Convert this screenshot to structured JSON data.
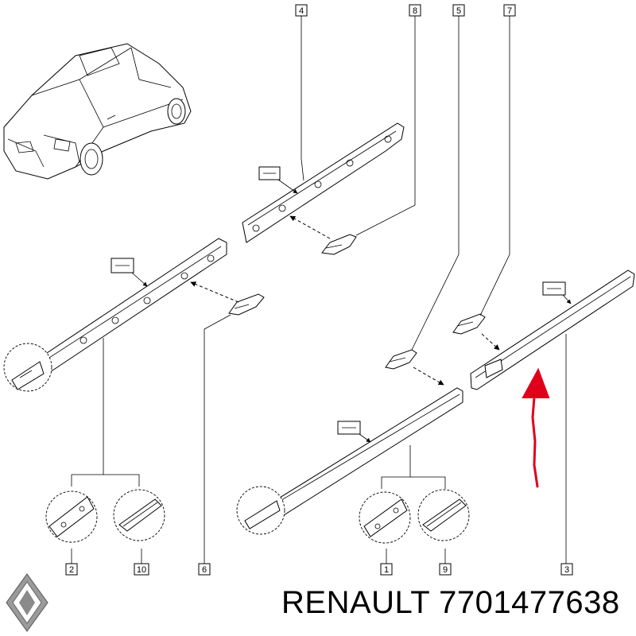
{
  "callouts": {
    "c1": "1",
    "c2": "2",
    "c3": "3",
    "c4": "4",
    "c5": "5",
    "c6": "6",
    "c7": "7",
    "c8": "8",
    "c9": "9",
    "c10": "10"
  },
  "caption": "RENAULT 7701477638",
  "logo": {
    "icon": "renault-diamond-logo",
    "color": "#888888"
  },
  "annotation": {
    "icon": "red-arrow-icon",
    "color": "#e0001a"
  }
}
